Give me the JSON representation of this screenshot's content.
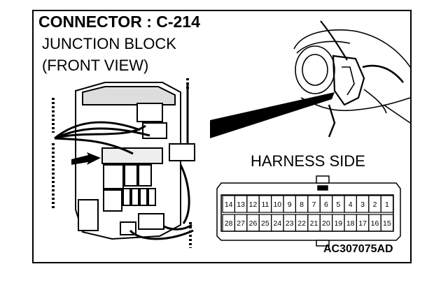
{
  "title": "CONNECTOR : C-214",
  "subtitle_line1": "JUNCTION BLOCK",
  "subtitle_line2": "(FRONT VIEW)",
  "harness_label": "HARNESS SIDE",
  "figure_code": "AC307075AD",
  "connector": {
    "top_row": [
      "14",
      "13",
      "12",
      "11",
      "10",
      "9",
      "8",
      "7",
      "6",
      "5",
      "4",
      "3",
      "2",
      "1"
    ],
    "bottom_row": [
      "28",
      "27",
      "26",
      "25",
      "24",
      "23",
      "22",
      "21",
      "20",
      "19",
      "18",
      "17",
      "16",
      "15"
    ]
  }
}
